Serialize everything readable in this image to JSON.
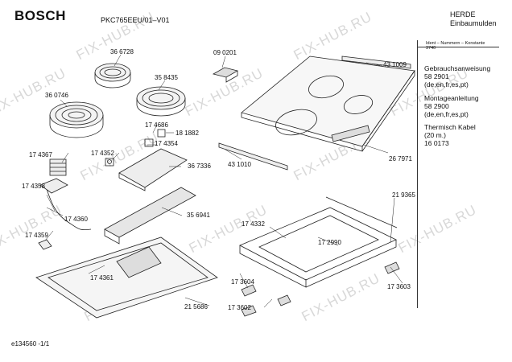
{
  "header": {
    "brand": "BOSCH",
    "model": "PKC765EEU/01–V01",
    "category_line1": "HERDE",
    "category_line2": "Einbaumulden"
  },
  "ident": {
    "label": "Ident – Nummern – Konstante",
    "value": "3740"
  },
  "sidebar": [
    {
      "title": "Gebrauchsanweisung",
      "number": "58 2901",
      "langs": "(de,en,fr,es,pt)"
    },
    {
      "title": "Montageanleitung",
      "number": "58 2900",
      "langs": "(de,en,fr,es,pt)"
    },
    {
      "title": "Thermisch Kabel",
      "number": "(20 m.)",
      "langs": "16 0173"
    }
  ],
  "parts": [
    "36 6728",
    "35 8435",
    "09 0201",
    "36 0746",
    "17 4686",
    "18 1882",
    "17 4367",
    "17 4354",
    "17 4352",
    "36 7336",
    "43 1010",
    "43 1009",
    "26 7971",
    "21 9365",
    "17 4358",
    "17 4360",
    "35 6941",
    "17 4332",
    "17 2990",
    "17 4359",
    "17 4361",
    "17 3604",
    "17 3602",
    "17 3603",
    "21 5686"
  ],
  "footer": "e134560 -1/1",
  "watermark": "FIX-HUB.RU"
}
